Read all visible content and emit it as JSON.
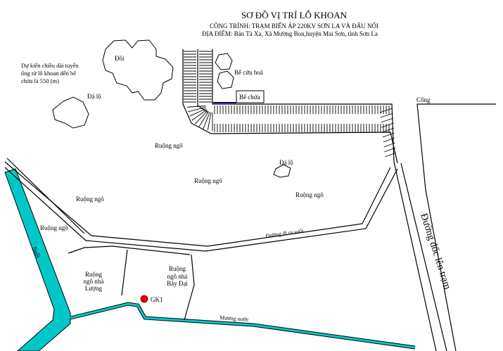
{
  "title": {
    "main": "SƠ ĐỒ VỊ TRÍ LỖ KHOAN",
    "project": "CÔNG TRÌNH: TRẠM BIẾN ÁP 220KV SƠN LA VÀ ĐẤU NỐI",
    "location": "ĐỊA ĐIỂM: Bản Tà Xa, Xã Mường Bon,huyện Mai Sơn, tỉnh Sơn La"
  },
  "note": {
    "line1": "Dự kiến chiều dài tuyến",
    "line2": "ống từ lỗ khoan đến bể",
    "line3": "chứa là 550 (m)"
  },
  "labels": {
    "doi": "Đồi",
    "da_lo_1": "Đá lộ",
    "da_lo_2": "Đá lộ",
    "be_cuu_hoa": "Bể cứu hoả",
    "be_chua": "Bể chứa",
    "cong": "Cổng",
    "ruong_ngo_1": "Ruộng ngô",
    "ruong_ngo_2": "Ruộng ngô",
    "ruong_ngo_3": "Ruộng ngô",
    "ruong_ngo_4": "Ruộng ngô",
    "ruong_ngo_5": "Ruộng ngô",
    "duong_di_ra_suoi": "Đường đi ra suối",
    "duong_doc_len_tram": "Đường dốc lên trạm",
    "suoi": "Suối",
    "luong_line1": "Ruộng",
    "luong_line2": "ngô nhà",
    "luong_line3": "Lượng",
    "bay_line1": "Ruộng",
    "bay_line2": "ngô nhà",
    "bay_line3": "Bảy Đại",
    "gk1": "GK1",
    "muong_nuoc": "Mương nước"
  },
  "colors": {
    "water": "#00c8c8",
    "borehole": "#e00000",
    "pipe": "#000080",
    "line": "#000000"
  }
}
